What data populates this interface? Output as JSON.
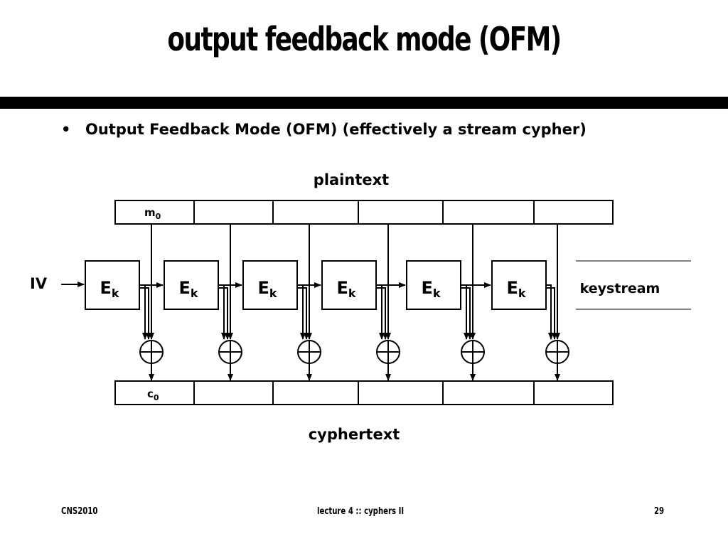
{
  "slide": {
    "title": "output feedback mode (OFM)",
    "bullet": "Output Feedback Mode (OFM) (effectively a stream cypher)"
  },
  "diagram": {
    "plaintext_label": "plaintext",
    "cyphertext_label": "cyphertext",
    "iv_label": "IV",
    "keystream_label": "keystream",
    "m0_label": "m",
    "m0_subscript": "0",
    "c0_label": "c",
    "c0_subscript": "0",
    "cipher_block_label": "E",
    "cipher_block_subscript": "k",
    "block_count": 6
  },
  "footer": {
    "left": "CNS2010",
    "center": "lecture 4 :: cyphers II",
    "right": "29"
  }
}
